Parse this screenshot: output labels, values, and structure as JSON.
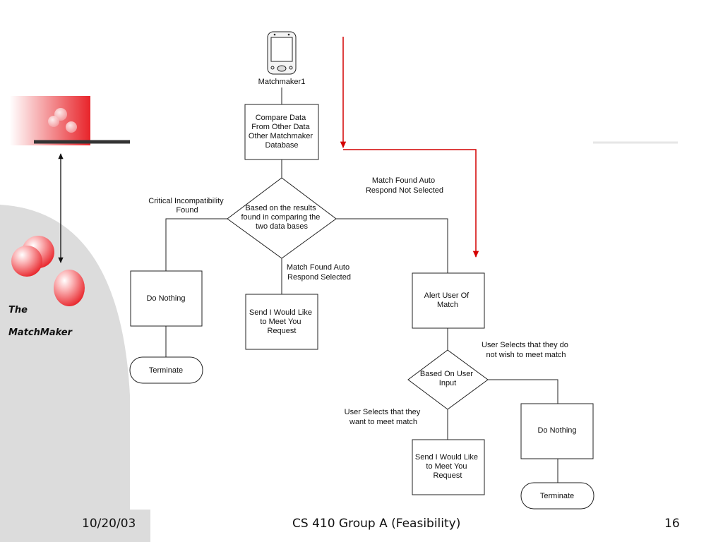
{
  "brand": {
    "line1": "The",
    "line2": "MatchMaker"
  },
  "footer": {
    "date": "10/20/03",
    "course": "CS 410 Group A (Feasibility)",
    "page": "16"
  },
  "flow": {
    "device_label": "Matchmaker1",
    "compare": [
      "Compare Data",
      "From Other Data",
      "Other Matchmaker",
      "Database"
    ],
    "decision1": [
      "Based on the results",
      "found in comparing the",
      "two data bases"
    ],
    "critical_label": [
      "Critical Incompatibility",
      "Found"
    ],
    "auto_not_selected": [
      "Match Found Auto",
      "Respond Not Selected"
    ],
    "auto_selected": [
      "Match Found Auto",
      "Respond Selected"
    ],
    "do_nothing_1": "Do Nothing",
    "send_request_1": [
      "Send I Would Like",
      "to Meet You",
      "Request"
    ],
    "alert_user": [
      "Alert User Of",
      "Match"
    ],
    "terminate_1": "Terminate",
    "decline_label": [
      "User Selects that they do",
      "not wish to meet match"
    ],
    "decision2": [
      "Based On User",
      "Input"
    ],
    "accept_label": [
      "User Selects that they",
      "want to meet match"
    ],
    "do_nothing_2": "Do Nothing",
    "send_request_2": [
      "Send I Would Like",
      "to Meet You",
      "Request"
    ],
    "terminate_2": "Terminate"
  },
  "colors": {
    "accent_red": "#e8242a",
    "arrow_red": "#d40000",
    "panel_gray": "#dcdcdc"
  }
}
